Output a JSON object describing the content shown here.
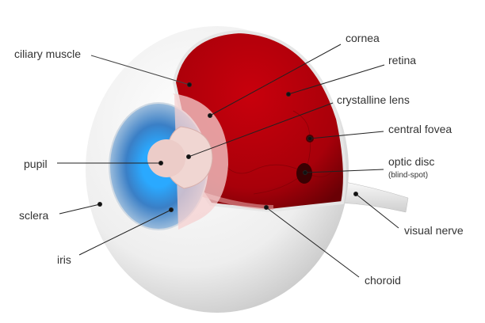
{
  "labels": {
    "ciliary_muscle": "ciliary muscle",
    "cornea": "cornea",
    "retina": "retina",
    "crystalline_lens": "crystalline lens",
    "central_fovea": "central fovea",
    "optic_disc": "optic disc",
    "blind_spot": "(blind-spot)",
    "pupil": "pupil",
    "sclera": "sclera",
    "iris": "iris",
    "visual_nerve": "visual nerve",
    "choroid": "choroid"
  },
  "colors": {
    "retina": "#b0000a",
    "iris": "#3d8fd6",
    "sclera": "#f2f2f2",
    "lens": "#f0d6d2"
  }
}
